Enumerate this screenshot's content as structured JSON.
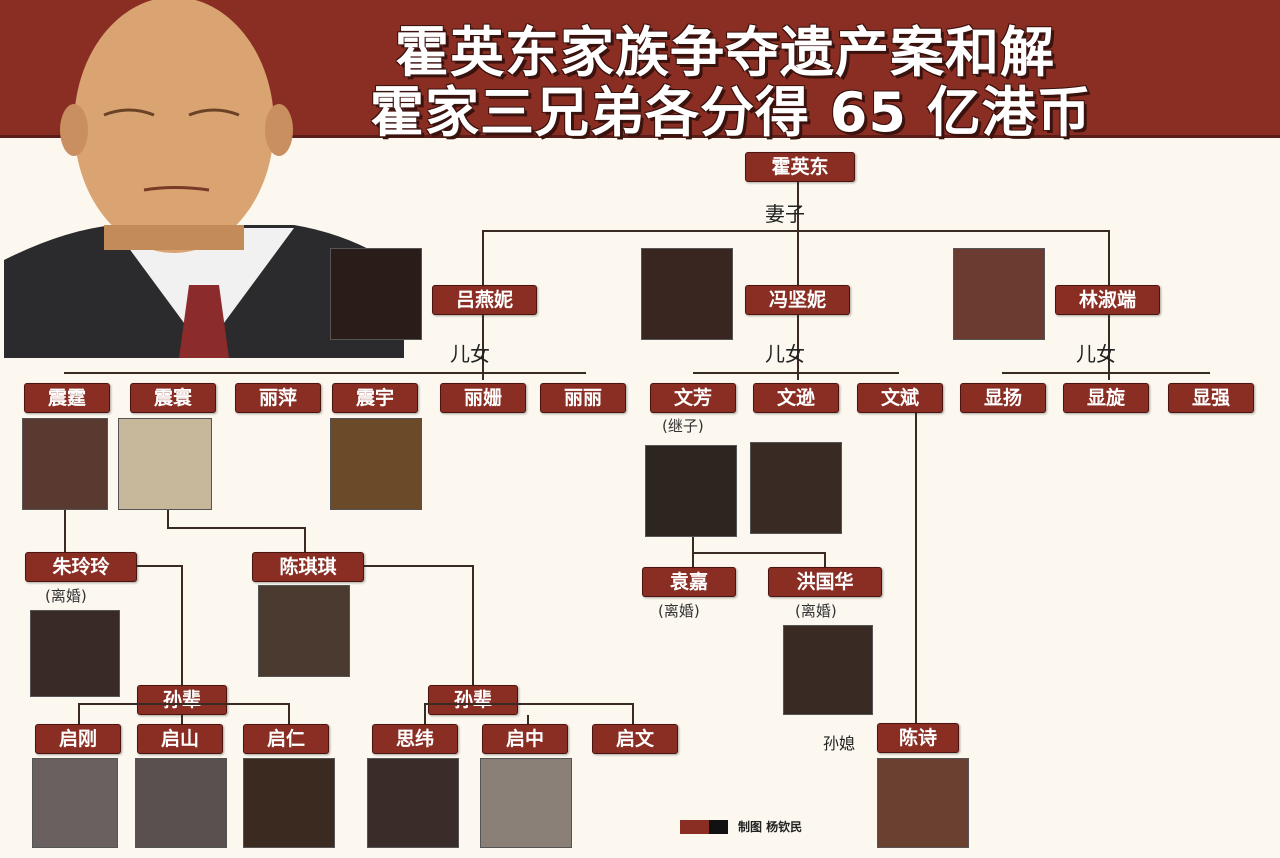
{
  "header": {
    "title_line1": "霍英东家族争夺遗产案和解",
    "title_line2": "霍家三兄弟各分得 65 亿港币"
  },
  "colors": {
    "banner": "#8a2e24",
    "box": "#8a2e24",
    "background": "#fcf8f0",
    "line": "#3a2a24"
  },
  "patriarch": {
    "name": "霍英东"
  },
  "labels": {
    "wives": "妻子",
    "children": "儿女",
    "grandchildren": "孙辈",
    "grand_daughter_in_law": "孙媳"
  },
  "wives": [
    {
      "name": "吕燕妮"
    },
    {
      "name": "冯坚妮"
    },
    {
      "name": "林淑端"
    }
  ],
  "children": [
    {
      "name": "震霆"
    },
    {
      "name": "震寰"
    },
    {
      "name": "丽萍"
    },
    {
      "name": "震宇"
    },
    {
      "name": "丽姗"
    },
    {
      "name": "丽丽"
    },
    {
      "name": "文芳",
      "note": "(继子)"
    },
    {
      "name": "文逊"
    },
    {
      "name": "文斌"
    },
    {
      "name": "显扬"
    },
    {
      "name": "显旋"
    },
    {
      "name": "显强"
    }
  ],
  "spouses": [
    {
      "name": "朱玲玲",
      "note": "(离婚)"
    },
    {
      "name": "陈琪琪"
    },
    {
      "name": "袁嘉",
      "note": "(离婚)"
    },
    {
      "name": "洪国华",
      "note": "(离婚)"
    },
    {
      "name": "陈诗"
    }
  ],
  "grandchildren": [
    {
      "name": "启刚"
    },
    {
      "name": "启山"
    },
    {
      "name": "启仁"
    },
    {
      "name": "思纬"
    },
    {
      "name": "启中"
    },
    {
      "name": "启文"
    }
  ],
  "legend": {
    "text": "制图 杨钦民"
  }
}
